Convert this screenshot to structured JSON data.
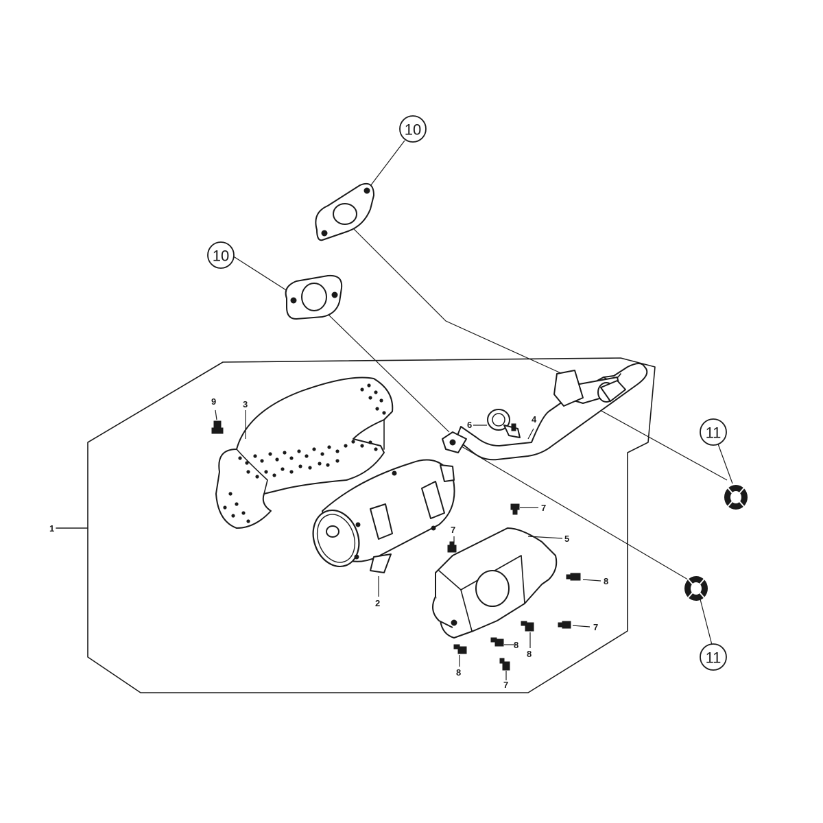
{
  "diagram": {
    "callouts": [
      {
        "id": "c1",
        "text": "1"
      },
      {
        "id": "c2",
        "text": "2"
      },
      {
        "id": "c3",
        "text": "3"
      },
      {
        "id": "c4",
        "text": "4"
      },
      {
        "id": "c5",
        "text": "5"
      },
      {
        "id": "c6",
        "text": "6"
      },
      {
        "id": "c7a",
        "text": "7"
      },
      {
        "id": "c7b",
        "text": "7"
      },
      {
        "id": "c7c",
        "text": "7"
      },
      {
        "id": "c7d",
        "text": "7"
      },
      {
        "id": "c8a",
        "text": "8"
      },
      {
        "id": "c8b",
        "text": "8"
      },
      {
        "id": "c8c",
        "text": "8"
      },
      {
        "id": "c8d",
        "text": "8"
      },
      {
        "id": "c9",
        "text": "9"
      }
    ],
    "circled_callouts": [
      {
        "id": "cc10a",
        "text": "10"
      },
      {
        "id": "cc10b",
        "text": "10"
      },
      {
        "id": "cc11a",
        "text": "11"
      },
      {
        "id": "cc11b",
        "text": "11"
      }
    ]
  }
}
